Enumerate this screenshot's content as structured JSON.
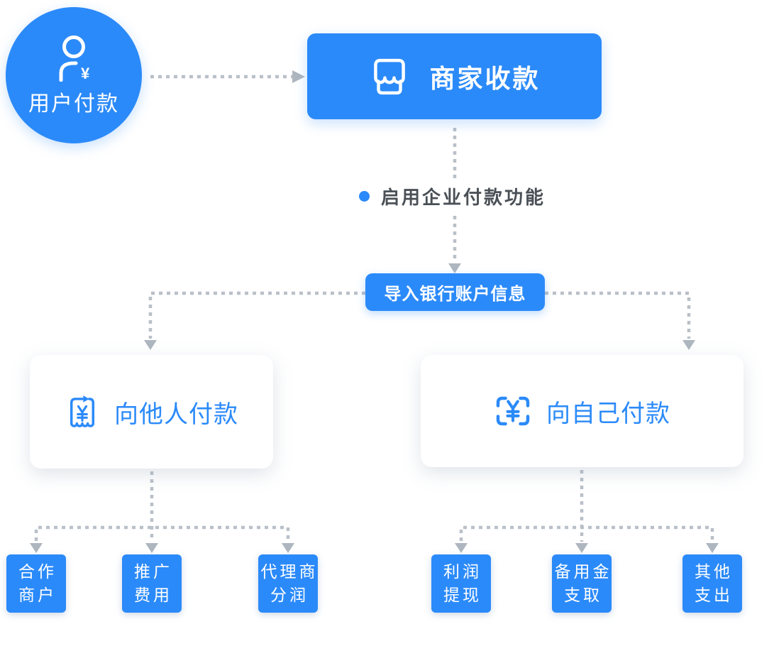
{
  "colors": {
    "primary_blue": "#2b8af9",
    "connector_gray": "#b9c0c8",
    "arrowhead_gray": "#aeb6bf",
    "label_gray": "#4a5056",
    "card_white": "#ffffff"
  },
  "icons": {
    "user": "user-yen-icon",
    "merchant": "storefront-icon",
    "pay_others": "receipt-yen-icon",
    "pay_self": "scan-yen-icon",
    "bullet": "blue-dot"
  },
  "nodes": {
    "user_payment": {
      "label": "用户付款"
    },
    "merchant_receive": {
      "label": "商家收款"
    },
    "enable_feature": {
      "label": "启用企业付款功能"
    },
    "import_bank": {
      "label": "导入银行账户信息"
    },
    "pay_others": {
      "label": "向他人付款"
    },
    "pay_self": {
      "label": "向自己付款"
    },
    "pay_others_children": [
      {
        "line1": "合作",
        "line2": "商户"
      },
      {
        "line1": "推广",
        "line2": "费用"
      },
      {
        "line1": "代理商",
        "line2": "分润"
      }
    ],
    "pay_self_children": [
      {
        "line1": "利润",
        "line2": "提现"
      },
      {
        "line1": "备用金",
        "line2": "支取"
      },
      {
        "line1": "其他",
        "line2": "支出"
      }
    ]
  }
}
